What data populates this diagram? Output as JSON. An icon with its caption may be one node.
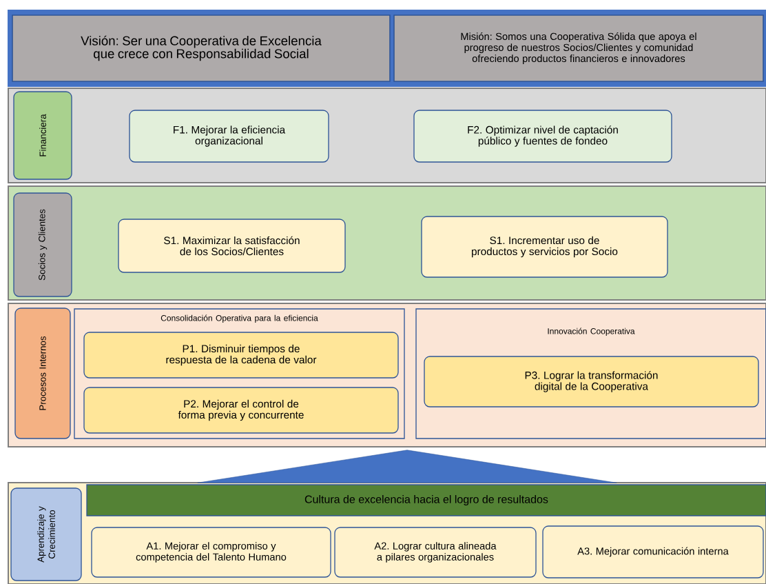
{
  "diagram": {
    "nodes": [
      {
        "text": [
          "Visión: Ser una Cooperativa de Excelencia que crece con Responsabilidad Social"
        ]
      },
      {
        "text": [
          "Misión: Somos una Cooperativa Sólida que apoya el progreso de nuestros Socios/Clientes y comunidad ofreciendo productos financieros e innovadores"
        ]
      },
      {
        "text": [
          "Financiera"
        ]
      },
      {
        "text": [
          "F1. Mejorar la eficiencia organizacional"
        ]
      },
      {
        "text": [
          "F2. Optimizar nivel de captación público y fuentes de fondeo"
        ]
      },
      {
        "text": [
          "Socios y Clientes"
        ]
      },
      {
        "text": [
          "S1. Maximizar la satisfacción de los Socios/Clientes"
        ]
      },
      {
        "text": [
          "S1. Incrementar uso de productos y servicios por Socio"
        ]
      },
      {
        "text": [
          "Procesos Internos"
        ]
      },
      {
        "text": [
          "Consolidación Operativa para la eficiencia"
        ]
      },
      {
        "text": [
          "P1. Disminuir tiempos de respuesta de la cadena de valor"
        ],
        "in": 9
      },
      {
        "text": [
          "P2. Mejorar el control de forma previa y concurrente"
        ],
        "in": 9
      },
      {
        "text": [
          "Innovación Cooperativa"
        ]
      },
      {
        "text": [
          "P3. Lograr la transformación digital de la Cooperativa"
        ],
        "in": 12
      },
      {
        "text": [],
        "shape": "triangle"
      },
      {
        "text": [
          "Aprendizaje y Crecimiento"
        ]
      },
      {
        "text": [
          "Cultura de excelencia hacia el logro de resultados"
        ]
      },
      {
        "text": [
          "A1. Mejorar el compromiso y competencia del Talento Humano"
        ]
      },
      {
        "text": [
          "A2. Lograr cultura alineada a pilares organizacionales"
        ]
      },
      {
        "text": [
          "A3. Mejorar comunicación interna"
        ]
      }
    ]
  }
}
